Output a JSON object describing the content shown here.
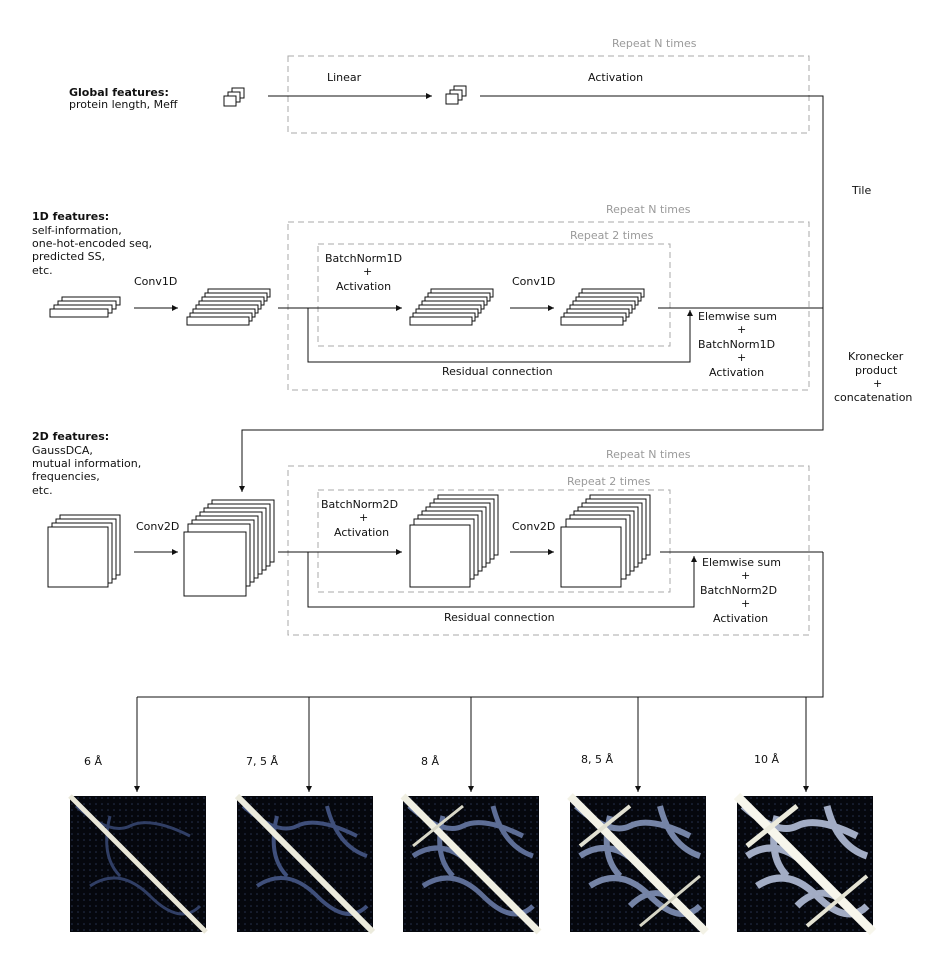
{
  "global": {
    "title": "Global features:",
    "desc": "protein length, Meff",
    "linear": "Linear",
    "activation": "Activation",
    "repeat": "Repeat N times"
  },
  "tile": "Tile",
  "kronecker": [
    "Kronecker",
    "product",
    "+",
    "concatenation"
  ],
  "oned": {
    "title": "1D features:",
    "desc": [
      "self-information,",
      "one-hot-encoded seq,",
      "predicted SS,",
      "etc."
    ],
    "conv_a": "Conv1D",
    "conv_b": "Conv1D",
    "bn": [
      "BatchNorm1D",
      "+",
      "Activation"
    ],
    "repeat_n": "Repeat N times",
    "repeat_2": "Repeat 2 times",
    "sum": [
      "Elemwise sum",
      "+",
      "BatchNorm1D",
      "+",
      "Activation"
    ],
    "residual": "Residual connection"
  },
  "twod": {
    "title": "2D features:",
    "desc": [
      "GaussDCA,",
      "mutual information,",
      "frequencies,",
      "etc."
    ],
    "conv_a": "Conv2D",
    "conv_b": "Conv2D",
    "bn": [
      "BatchNorm2D",
      "+",
      "Activation"
    ],
    "repeat_n": "Repeat N times",
    "repeat_2": "Repeat 2 times",
    "sum": [
      "Elemwise sum",
      "+",
      "BatchNorm2D",
      "+",
      "Activation"
    ],
    "residual": "Residual connection"
  },
  "outputs": [
    "6 Å",
    "7, 5 Å",
    "8 Å",
    "8, 5 Å",
    "10 Å"
  ]
}
